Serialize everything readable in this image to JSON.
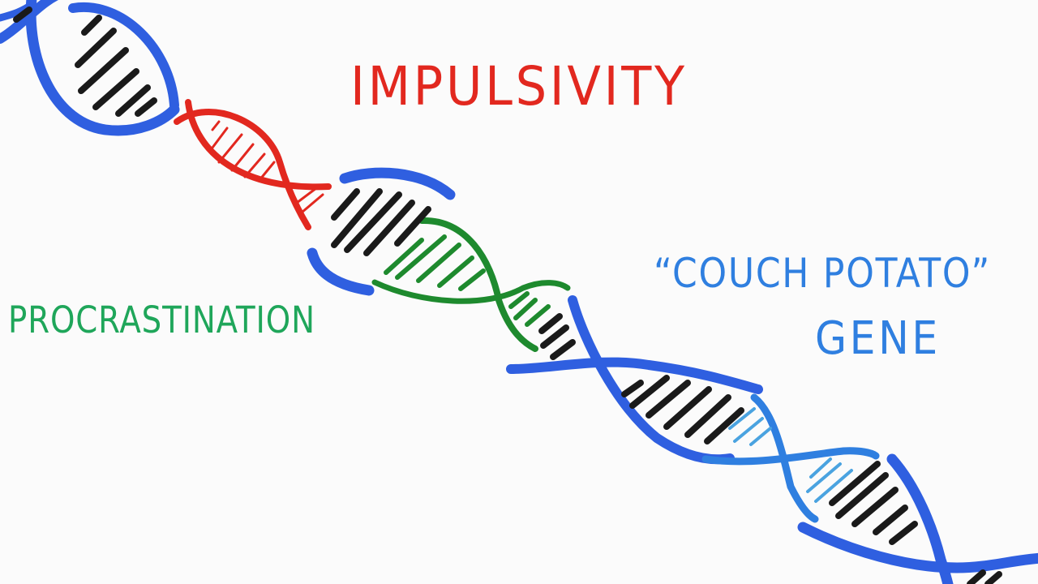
{
  "labels": {
    "impulsivity": "IMPULSIVITY",
    "procrastination": "PROCRASTINATION",
    "couch_potato_line1": "“COUCH POTATO”",
    "couch_potato_line2": "GENE"
  },
  "colors": {
    "background": "#fbfbfb",
    "helix_blue": "#2f5fe0",
    "rung_black": "#1a1a1a",
    "impulsivity_red": "#e2281f",
    "procrastination_green": "#1fa65a",
    "green_strand": "#1e8a2e",
    "couch_blue": "#2f7fe0",
    "light_blue_rungs": "#4aa3e0"
  },
  "segments": [
    {
      "gene": "impulsivity",
      "color_key": "impulsivity_red"
    },
    {
      "gene": "procrastination",
      "color_key": "green_strand"
    },
    {
      "gene": "couch_potato",
      "color_key": "couch_blue"
    }
  ]
}
